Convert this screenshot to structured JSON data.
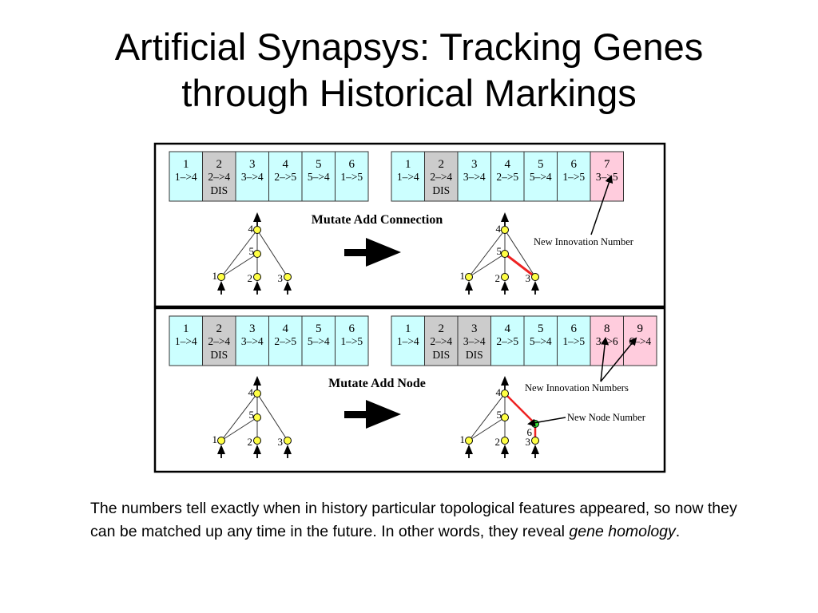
{
  "title": {
    "line1": "Artificial Synapsys: Tracking Genes",
    "line2": "through Historical Markings"
  },
  "colors": {
    "gene_normal": "#ccffff",
    "gene_disabled": "#cccccc",
    "gene_new": "#ffccdd",
    "node_normal": "#ffff44",
    "node_new": "#33dd33",
    "edge_new": "#ee2222"
  },
  "top_panel": {
    "mutation_label": "Mutate Add Connection",
    "annotation": "New Innovation Number",
    "genome_before": [
      {
        "id": "1",
        "conn": "1–>4",
        "dis": ""
      },
      {
        "id": "2",
        "conn": "2–>4",
        "dis": "DIS"
      },
      {
        "id": "3",
        "conn": "3–>4",
        "dis": ""
      },
      {
        "id": "4",
        "conn": "2–>5",
        "dis": ""
      },
      {
        "id": "5",
        "conn": "5–>4",
        "dis": ""
      },
      {
        "id": "6",
        "conn": "1–>5",
        "dis": ""
      }
    ],
    "genome_after": [
      {
        "id": "1",
        "conn": "1–>4",
        "dis": ""
      },
      {
        "id": "2",
        "conn": "2–>4",
        "dis": "DIS"
      },
      {
        "id": "3",
        "conn": "3–>4",
        "dis": ""
      },
      {
        "id": "4",
        "conn": "2–>5",
        "dis": ""
      },
      {
        "id": "5",
        "conn": "5–>4",
        "dis": ""
      },
      {
        "id": "6",
        "conn": "1–>5",
        "dis": ""
      },
      {
        "id": "7",
        "conn": "3–>5",
        "dis": "",
        "new": true
      }
    ],
    "node_labels": {
      "n1": "1",
      "n2": "2",
      "n3": "3",
      "n4": "4",
      "n5": "5"
    }
  },
  "bottom_panel": {
    "mutation_label": "Mutate Add Node",
    "annotation_genes": "New Innovation Numbers",
    "annotation_node": "New Node Number",
    "genome_before": [
      {
        "id": "1",
        "conn": "1–>4",
        "dis": ""
      },
      {
        "id": "2",
        "conn": "2–>4",
        "dis": "DIS"
      },
      {
        "id": "3",
        "conn": "3–>4",
        "dis": ""
      },
      {
        "id": "4",
        "conn": "2–>5",
        "dis": ""
      },
      {
        "id": "5",
        "conn": "5–>4",
        "dis": ""
      },
      {
        "id": "6",
        "conn": "1–>5",
        "dis": ""
      }
    ],
    "genome_after": [
      {
        "id": "1",
        "conn": "1–>4",
        "dis": ""
      },
      {
        "id": "2",
        "conn": "2–>4",
        "dis": "DIS"
      },
      {
        "id": "3",
        "conn": "3–>4",
        "dis": "DIS"
      },
      {
        "id": "4",
        "conn": "2–>5",
        "dis": ""
      },
      {
        "id": "5",
        "conn": "5–>4",
        "dis": ""
      },
      {
        "id": "6",
        "conn": "1–>5",
        "dis": ""
      },
      {
        "id": "8",
        "conn": "3–>6",
        "dis": "",
        "new": true
      },
      {
        "id": "9",
        "conn": "6–>4",
        "dis": "",
        "new": true
      }
    ],
    "node_labels": {
      "n1": "1",
      "n2": "2",
      "n3": "3",
      "n4": "4",
      "n5": "5",
      "n6": "6"
    }
  },
  "caption": {
    "text": "The numbers tell exactly when in history particular topological features appeared, so now they can be matched up any time in the future. In other words, they reveal ",
    "emphasis": "gene homology",
    "end": "."
  }
}
